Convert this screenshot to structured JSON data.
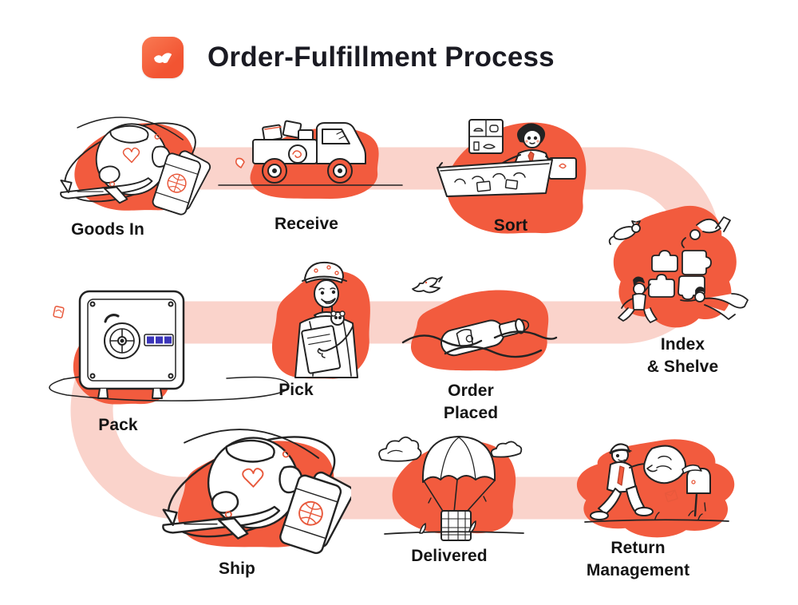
{
  "header": {
    "title": "Order-Fulfillment Process",
    "logo_icon": "w-swoosh-logo"
  },
  "colors": {
    "accent_orange": "#F25B3E",
    "path_pink": "#FAD3CB",
    "ink": "#232323",
    "title_ink": "#1A1A22",
    "keypad_blue": "#3B35B8"
  },
  "flow": {
    "direction": "snake: row1 left-to-right, row2 right-to-left, row3 left-to-right",
    "steps": [
      {
        "id": "goods-in",
        "label": "Goods In",
        "illustration": "globe-airplane-passport"
      },
      {
        "id": "receive",
        "label": "Receive",
        "illustration": "delivery-truck-with-boxes"
      },
      {
        "id": "sort",
        "label": "Sort",
        "illustration": "worker-sorting-bin-with-laptop"
      },
      {
        "id": "index-shelve",
        "label": "Index\n& Shelve",
        "illustration": "floating-people-assembling-puzzle"
      },
      {
        "id": "pack",
        "label": "Pack",
        "illustration": "safe-vault-with-dial"
      },
      {
        "id": "pick",
        "label": "Pick",
        "illustration": "worker-in-cap-holding-package"
      },
      {
        "id": "order-placed",
        "label": "Order\nPlaced",
        "illustration": "message-in-bottle-on-waves"
      },
      {
        "id": "ship",
        "label": "Ship",
        "illustration": "globe-airplane-passport"
      },
      {
        "id": "delivered",
        "label": "Delivered",
        "illustration": "parachute-with-plaid-parcel"
      },
      {
        "id": "return-management",
        "label": "Return\nManagement",
        "illustration": "courier-with-sack-and-mailbox"
      }
    ]
  }
}
